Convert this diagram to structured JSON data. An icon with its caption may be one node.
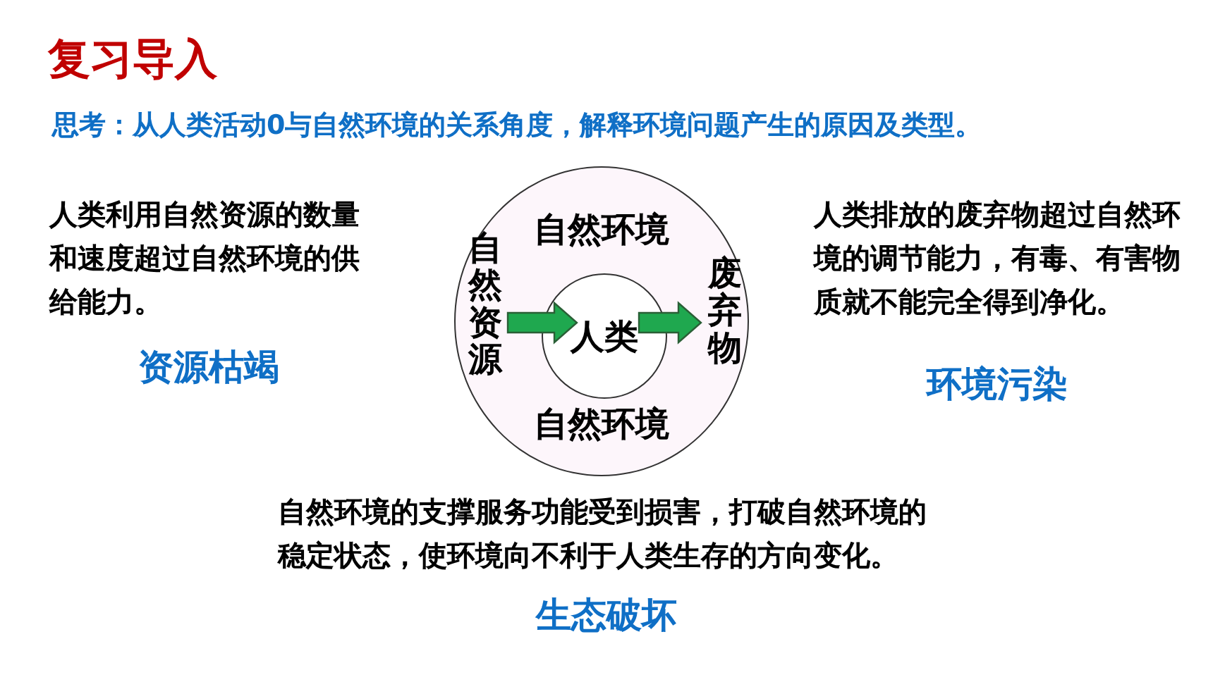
{
  "diagram": {
    "title": "复习导入",
    "nodes": [
      {
        "text": [
          "自然环境",
          "自然环境"
        ]
      },
      {
        "text": [
          "自然资源"
        ],
        "in": 0
      },
      {
        "text": [
          "人类"
        ],
        "in": 0
      },
      {
        "text": [
          "废弃物"
        ],
        "in": 0
      }
    ],
    "edges": [
      {
        "from": 1,
        "to": 2,
        "arrow": "to"
      },
      {
        "from": 2,
        "to": 3,
        "arrow": "to"
      }
    ],
    "labels": [
      "思考：从人类活动0与自然环境的关系角度，解释环境问题产生的原因及类型。",
      "人类利用自然资源的数量和速度超过自然环境的供给能力。",
      "资源枯竭",
      "人类排放的废弃物超过自然环境的调节能力，有毒、有害物质就不能完全得到净化。",
      "环境污染",
      "自然环境的支撑服务功能受到损害，打破自然环境的稳定状态，使环境向不利于人类生存的方向变化。",
      "生态破坏"
    ]
  }
}
